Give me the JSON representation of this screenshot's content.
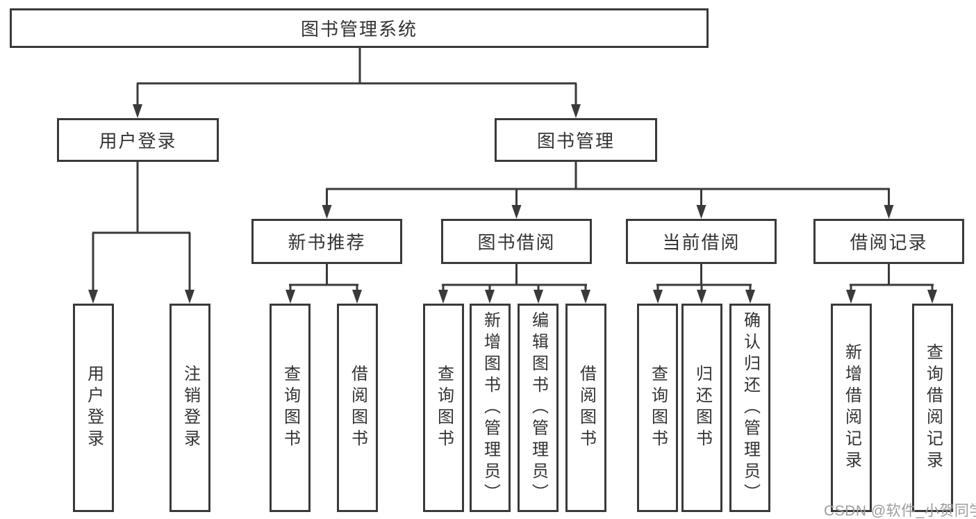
{
  "root": {
    "label": "图书管理系统"
  },
  "login": {
    "label": "用户登录",
    "children": [
      "用户登录",
      "注销登录"
    ]
  },
  "management": {
    "label": "图书管理",
    "groups": [
      {
        "label": "新书推荐",
        "children": [
          "查询图书",
          "借阅图书"
        ]
      },
      {
        "label": "图书借阅",
        "children": [
          "查询图书",
          "新增图书（管理员）",
          "编辑图书（管理员）",
          "借阅图书"
        ]
      },
      {
        "label": "当前借阅",
        "children": [
          "查询图书",
          "归还图书",
          "确认归还（管理员）"
        ]
      },
      {
        "label": "借阅记录",
        "children": [
          "新增借阅记录",
          "查询借阅记录"
        ]
      }
    ]
  },
  "watermark": {
    "text": "CSDN @软件_小贺同学"
  },
  "colors": {
    "line": "#3a3a3a",
    "text": "#333333",
    "watermark": "#9c9c9c",
    "background": "#ffffff"
  }
}
